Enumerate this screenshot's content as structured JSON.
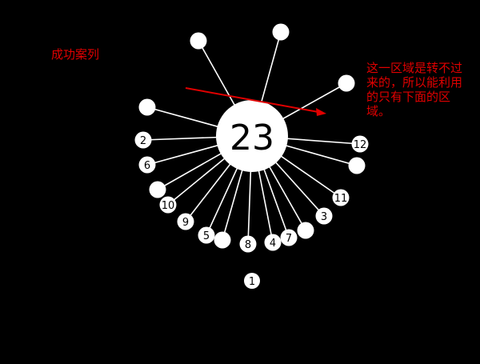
{
  "labels": {
    "title": "成功案列",
    "hint": "这一区域是转不过来的，所以能利用的只有下面的区域。"
  },
  "game": {
    "center_count": "23",
    "pins": [
      "",
      "",
      "",
      "",
      "2",
      "12",
      "6",
      "",
      "",
      "10",
      "11",
      "9",
      "3",
      "5",
      "",
      "8",
      "4",
      "7",
      ""
    ],
    "next_pin": "1"
  },
  "colors": {
    "background": "#000000",
    "ball": "#ffffff",
    "annotation": "#e00000"
  }
}
